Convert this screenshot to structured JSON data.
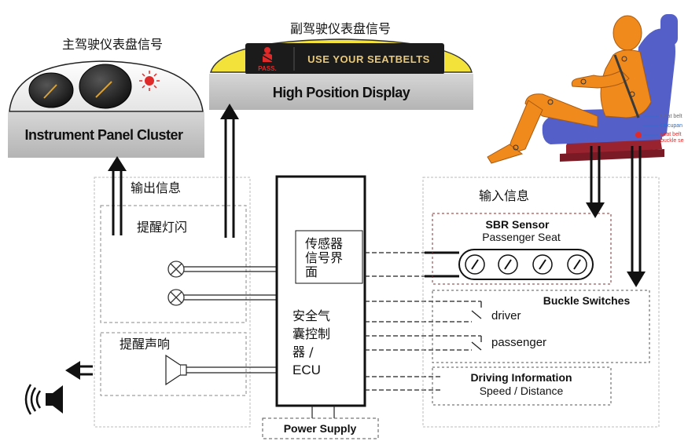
{
  "cluster": {
    "caption_cn": "主驾驶仪表盘信号",
    "label": "Instrument Panel Cluster"
  },
  "hpd": {
    "caption_cn": "副驾驶仪表盘信号",
    "pass_tag": "PASS.",
    "message": "USE YOUR SEATBELTS",
    "label": "High Position Display"
  },
  "output_block": {
    "title_cn": "输出信息",
    "lamp_flash_cn": "提醒灯闪",
    "buzzer_cn": "提醒声响"
  },
  "ecu": {
    "sensor_interface_lines": [
      "传感器",
      "信号界",
      "面"
    ],
    "name_lines": [
      "安全气",
      "囊控制",
      "器 /",
      "ECU"
    ],
    "power_supply": "Power Supply"
  },
  "input_block": {
    "title_cn": "输入信息",
    "sbr_title": "SBR Sensor",
    "sbr_sub": "Passenger Seat",
    "buckle_title": "Buckle Switches",
    "driver": "driver",
    "passenger": "passenger",
    "driving_title": "Driving Information",
    "driving_sub": "Speed / Distance"
  },
  "seat_annotations": {
    "seat_belt": "Seat belt",
    "occupant": "Occupan",
    "seat_belt_buckle_1": "seat belt",
    "seat_belt_buckle_2": "buckle se"
  },
  "colors": {
    "hpd_yellow": "#f2e23a",
    "seatbelt_red": "#e02a2a",
    "dummy_orange": "#f08a1c",
    "seat_blue": "#5460c8",
    "cushion_dark": "#9a2330"
  }
}
